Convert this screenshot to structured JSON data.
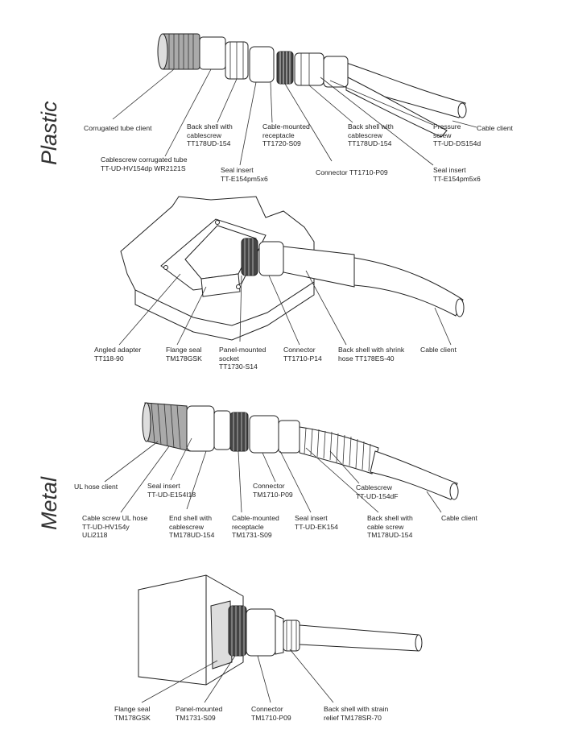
{
  "sections": {
    "plastic": "Plastic",
    "metal": "Metal"
  },
  "labels": {
    "p1_corrugated_tube_client": "Corrugated tube client",
    "p1_cablescrew_tube": "Cablescrew corrugated tube\nTT-UD-HV154dp WR2121S",
    "p1_back_shell_1": "Back shell with\ncablescrew\nTT178UD-154",
    "p1_seal_insert_1": "Seal insert\nTT-E154pm5x6",
    "p1_receptacle": "Cable-mounted\nreceptacle\nTT1720-S09",
    "p1_connector": "Connector TT1710-P09",
    "p1_back_shell_2": "Back shell with\ncablescrew\nTT178UD-154",
    "p1_pressure_screw": "Pressure\nscrew\nTT-UD-DS154d",
    "p1_seal_insert_2": "Seal insert\nTT-E154pm5x6",
    "p1_cable_client": "Cable client",
    "p2_angled_adapter": "Angled adapter\nTT118-90",
    "p2_flange_seal": "Flange seal\nTM178GSK",
    "p2_panel_socket": "Panel-mounted\nsocket\nTT1730-S14",
    "p2_connector": "Connector\nTT1710-P14",
    "p2_back_shell": "Back shell with shrink\nhose TT178ES-40",
    "p2_cable_client": "Cable client",
    "m1_ul_hose_client": "UL hose client",
    "m1_cable_screw_ul": "Cable screw UL hose\nTT-UD-HV154y\nULi2118",
    "m1_seal_insert_1": "Seal insert\nTT-UD-E154I18",
    "m1_end_shell": "End shell with\ncablescrew\nTM178UD-154",
    "m1_receptacle": "Cable-mounted\nreceptacle\nTM1731-S09",
    "m1_connector": "Connector\nTM1710-P09",
    "m1_seal_insert_2": "Seal insert\nTT-UD-EK154",
    "m1_cablescrew": "Cablescrew\nTT-UD-154dF",
    "m1_back_shell": "Back shell with\ncable screw\nTM178UD-154",
    "m1_cable_client": "Cable client",
    "m2_flange_seal": "Flange seal\nTM178GSK",
    "m2_panel_mounted": "Panel-mounted\nTM1731-S09",
    "m2_connector": "Connector\nTM1710-P09",
    "m2_back_shell": "Back shell with strain\nrelief TM178SR-70"
  }
}
